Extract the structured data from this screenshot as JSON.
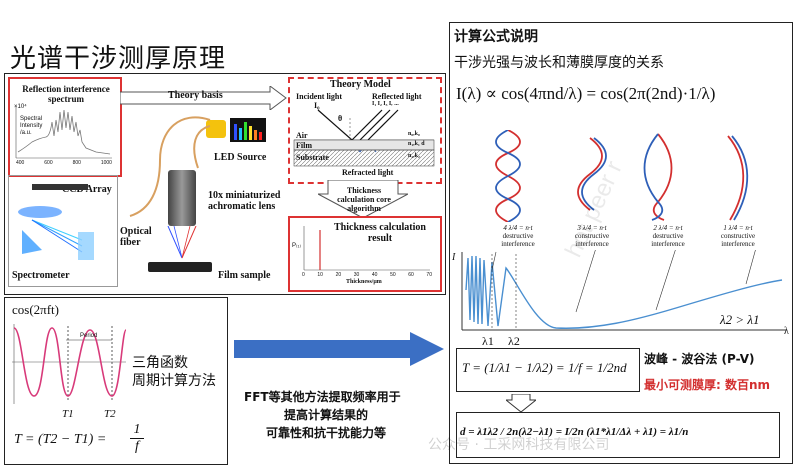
{
  "main_title": "光谱干涉测厚原理",
  "left": {
    "reflection_title": "Reflection interference spectrum",
    "spectral_label": "Spectral Intensity /a.u.",
    "x_ticks": [
      "400",
      "600",
      "800",
      "1000"
    ],
    "y_exp": "×10⁴",
    "theory_basis": "Theory basis",
    "theory_model": "Theory Model",
    "incident_light": "Incident light",
    "incident_sym": "I₀",
    "reflected_light": "Reflected light",
    "reflected_sym": "I₁ I₂ I₃ Iᵣ ...",
    "theta": "θ",
    "air": "Air",
    "film": "Film",
    "substrate": "Substrate",
    "air_n": "n₀,k₀",
    "film_n": "n₁,k₁ d",
    "sub_n": "n₂,k₂",
    "refracted": "Refracted light",
    "led_source": "LED Source",
    "ccd_array": "CCD Array",
    "optical_fiber": "Optical fiber",
    "lens": "10x miniaturized achromatic lens",
    "spectrometer": "Spectrometer",
    "film_sample": "Film sample",
    "thickness_algo": "Thickness calculation core algorithm",
    "thickness_result": "Thickness calculation result",
    "result_xlabel": "Thickness/μm",
    "result_ylabel": "P₍₁₎",
    "result_x_ticks": [
      "0",
      "10",
      "20",
      "30",
      "40",
      "50",
      "60",
      "70"
    ],
    "cos_label": "cos(2πft)",
    "period": "Period",
    "trig_line1": "三角函数",
    "trig_line2": "周期计算方法",
    "t1": "T1",
    "t2": "T2",
    "period_formula_lhs": "T = (T2 − T1) =",
    "period_formula_num": "1",
    "period_formula_den": "f",
    "fft_text_1": "FFT等其他方法提取频率用于",
    "fft_text_2": "提高计算结果的",
    "fft_text_3": "可靠性和抗干扰能力等"
  },
  "right": {
    "heading": "计算公式说明",
    "subheading": "干涉光强与波长和薄膜厚度的关系",
    "formula_main": "I(λ) ∝ cos(4πnd/λ) = cos(2π(2nd)·1/λ)",
    "waves": [
      {
        "frac": "4 λ/4 = n·t",
        "label1": "destructive",
        "label2": "interference"
      },
      {
        "frac": "3 λ/4 = n·t",
        "label1": "constructive",
        "label2": "interference"
      },
      {
        "frac": "2 λ/4 = n·t",
        "label1": "destructive",
        "label2": "interference"
      },
      {
        "frac": "1 λ/4 = n·t",
        "label1": "constructive",
        "label2": "interference"
      }
    ],
    "i_axis": "I",
    "lambda_axis": "λ",
    "lambda1": "λ1",
    "lambda2": "λ2",
    "lambda_cmp": "λ2 > λ1",
    "eq_T": "T = (1/λ1 − 1/λ2) = 1/f = 1/2nd",
    "pv_method": "波峰 - 波谷法 (P-V)",
    "min_thick": "最小可测膜厚: 数百nm",
    "eq_d": "d = λ1λ2 / 2n(λ2−λ1) = I/2n (λ1*λ1/Δλ + λ1) = λ1/n",
    "watermark_side": "hot peer r",
    "watermark_bottom": "公众号 · 工采网科技有限公司"
  },
  "colors": {
    "red": "#d32f2f",
    "blue": "#2e5fb8",
    "arrow_blue": "#3b6fc4",
    "curve_blue": "#4a8fd0"
  }
}
